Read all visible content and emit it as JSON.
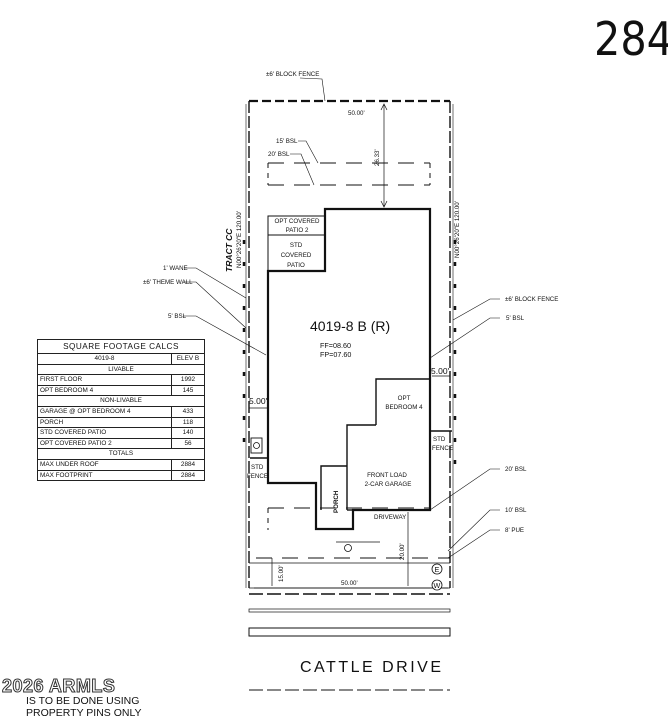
{
  "lot_number": "284",
  "plan_label": "4019-8 B (R)",
  "elevations": {
    "ff": "FF=08.60",
    "fp": "FP=07.60"
  },
  "labels": {
    "block_fence_top": "±6' BLOCK FENCE",
    "dim_top_width": "50.00'",
    "bsl_15": "15' BSL",
    "bsl_20": "20' BSL",
    "dim_rear_setback": "26.33'",
    "tract": "TRACT CC",
    "bearing_left": "N00°26'20\"E 120.00'",
    "bearing_right": "N00°26'20\"E 120.00'",
    "opt_covered_patio_2_line1": "OPT COVERED",
    "opt_covered_patio_2_line2": "PATIO 2",
    "std_covered_patio_line1": "STD",
    "std_covered_patio_line2": "COVERED",
    "std_covered_patio_line3": "PATIO",
    "wane_1": "1' WANE",
    "theme_wall": "±6' THEME WALL",
    "bsl_5_left": "5' BSL",
    "block_fence_right": "±6' BLOCK FENCE",
    "bsl_5_right": "5' BSL",
    "dim_5_right": "5.00'",
    "dim_5_left": "5.00'",
    "opt_bedroom_4_line1": "OPT",
    "opt_bedroom_4_line2": "BEDROOM 4",
    "std_fence_right_line1": "STD",
    "std_fence_right_line2": "FENCE",
    "std_fence_left_line1": "STD",
    "std_fence_left_line2": "FENCE",
    "front_load_line1": "FRONT LOAD",
    "front_load_line2": "2-CAR GARAGE",
    "porch": "PORCH",
    "driveway": "DRIVEWAY",
    "bsl_20_front": "20' BSL",
    "bsl_10_front": "10' BSL",
    "pue_8": "8' PUE",
    "dim_15": "15.00'",
    "dim_20": "20.00'",
    "dim_bottom_width": "50.00'",
    "marker_e": "E",
    "marker_w": "W",
    "street": "CATTLE DRIVE"
  },
  "sqft_table": {
    "title": "SQUARE FOOTAGE CALCS",
    "header": [
      "4019-8",
      "ELEV B"
    ],
    "sections": [
      {
        "name": "LIVABLE",
        "rows": [
          [
            "FIRST FLOOR",
            "1992"
          ],
          [
            "OPT BEDROOM 4",
            "145"
          ]
        ]
      },
      {
        "name": "NON-LIVABLE",
        "rows": [
          [
            "GARAGE @ OPT BEDROOM 4",
            "433"
          ],
          [
            "PORCH",
            "118"
          ],
          [
            "STD COVERED PATIO",
            "140"
          ],
          [
            "OPT COVERED PATIO 2",
            "56"
          ]
        ]
      },
      {
        "name": "TOTALS",
        "rows": [
          [
            "MAX UNDER ROOF",
            "2884"
          ],
          [
            "MAX FOOTPRINT",
            "2884"
          ]
        ]
      }
    ]
  },
  "watermark": {
    "brand": "2026 ARMLS",
    "line1": "IS TO BE DONE USING",
    "line2": "PROPERTY PINS ONLY"
  }
}
